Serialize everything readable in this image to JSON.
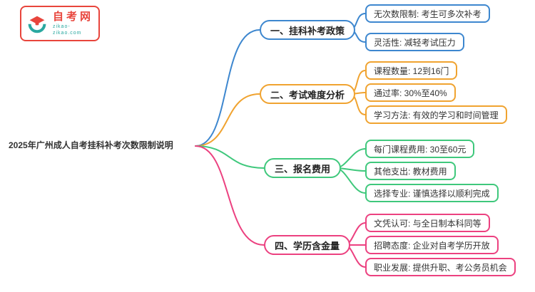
{
  "logo": {
    "site_name": "自考网",
    "site_url": "zikao-zikao.com"
  },
  "central": {
    "title": "2025年广州成人自考挂科补考次数限制说明"
  },
  "colors": {
    "branch1": "#3d87cf",
    "branch2": "#f0a330",
    "branch3": "#3fc87c",
    "branch4": "#ec4180",
    "logo_red": "#e8453c",
    "logo_teal": "#2aa8a0"
  },
  "branches": [
    {
      "label": "一、挂科补考政策",
      "color": "#3d87cf",
      "children": [
        {
          "text": "无次数限制: 考生可多次补考"
        },
        {
          "text": "灵活性: 减轻考试压力"
        }
      ]
    },
    {
      "label": "二、考试难度分析",
      "color": "#f0a330",
      "children": [
        {
          "text": "课程数量: 12到16门"
        },
        {
          "text": "通过率: 30%至40%"
        },
        {
          "text": "学习方法: 有效的学习和时间管理"
        }
      ]
    },
    {
      "label": "三、报名费用",
      "color": "#3fc87c",
      "children": [
        {
          "text": "每门课程费用: 30至60元"
        },
        {
          "text": "其他支出: 教材费用"
        },
        {
          "text": "选择专业: 谨慎选择以顺利完成"
        }
      ]
    },
    {
      "label": "四、学历含金量",
      "color": "#ec4180",
      "children": [
        {
          "text": "文凭认可: 与全日制本科同等"
        },
        {
          "text": "招聘态度: 企业对自考学历开放"
        },
        {
          "text": "职业发展: 提供升职、考公务员机会"
        }
      ]
    }
  ]
}
